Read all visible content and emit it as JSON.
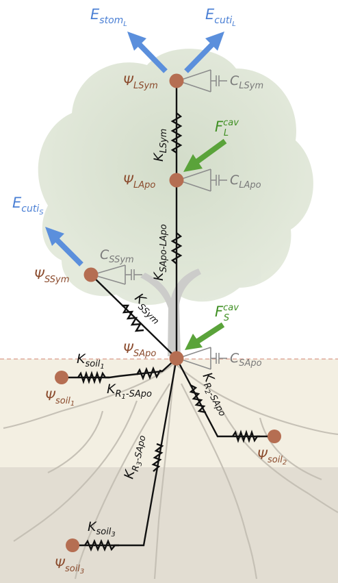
{
  "colors": {
    "node": "#b56e52",
    "water_potential_text": "#8a4a2c",
    "transpiration": "#4a7fd4",
    "cavitation": "#3f8f23",
    "conductance": "#111111",
    "capacitance": "#7a7a7a",
    "soil_layer_1": "#f3efe2",
    "soil_layer_2": "#e2ddd2",
    "soil_surface_line": "#d99a8a"
  },
  "icons": [
    "tree-silhouette-background",
    "root-system-background",
    "arrow",
    "spring-resistor",
    "capacitor"
  ],
  "labels": {
    "E_stom_L": {
      "base": "E",
      "sub": "stom",
      "subsub": "L"
    },
    "E_cuti_L": {
      "base": "E",
      "sub": "cuti",
      "subsub": "L"
    },
    "E_cuti_S": {
      "base": "E",
      "sub": "cuti",
      "subsub": "S"
    },
    "psi_LSym": {
      "base": "Ψ",
      "sub": "LSym"
    },
    "psi_LApo": {
      "base": "Ψ",
      "sub": "LApo"
    },
    "psi_SSym": {
      "base": "Ψ",
      "sub": "SSym"
    },
    "psi_SApo": {
      "base": "Ψ",
      "sub": "SApo"
    },
    "psi_soil_1": {
      "base": "Ψ",
      "sub": "soil",
      "subsub": "1"
    },
    "psi_soil_2": {
      "base": "Ψ",
      "sub": "soil",
      "subsub": "2"
    },
    "psi_soil_3": {
      "base": "Ψ",
      "sub": "soil",
      "subsub": "3"
    },
    "C_LSym": {
      "base": "C",
      "sub": "LSym"
    },
    "C_LApo": {
      "base": "C",
      "sub": "LApo"
    },
    "C_SSym": {
      "base": "C",
      "sub": "SSym"
    },
    "C_SApo": {
      "base": "C",
      "sub": "SApo"
    },
    "K_LSym": {
      "base": "K",
      "sub": "LSym"
    },
    "K_SApo_LApo": {
      "base": "K",
      "sub": "SApo-LApo"
    },
    "K_SSym": {
      "base": "K",
      "sub": "SSym"
    },
    "K_soil_1": {
      "base": "K",
      "sub": "soil",
      "subsub": "1"
    },
    "K_R1_SApo": {
      "base": "K",
      "sub": "R",
      "subsub": "1",
      "tail": "-SApo"
    },
    "K_R2_SApo": {
      "base": "K",
      "sub": "R",
      "subsub": "2",
      "tail": "-SApo"
    },
    "K_R3_SApo": {
      "base": "K",
      "sub": "R",
      "subsub": "3",
      "tail": "-SApo"
    },
    "K_soil_3": {
      "base": "K",
      "sub": "soil",
      "subsub": "3"
    },
    "F_L_cav": {
      "base": "F",
      "sup": "cav",
      "sub": "L"
    },
    "F_S_cav": {
      "base": "F",
      "sup": "cav",
      "sub": "S"
    }
  }
}
